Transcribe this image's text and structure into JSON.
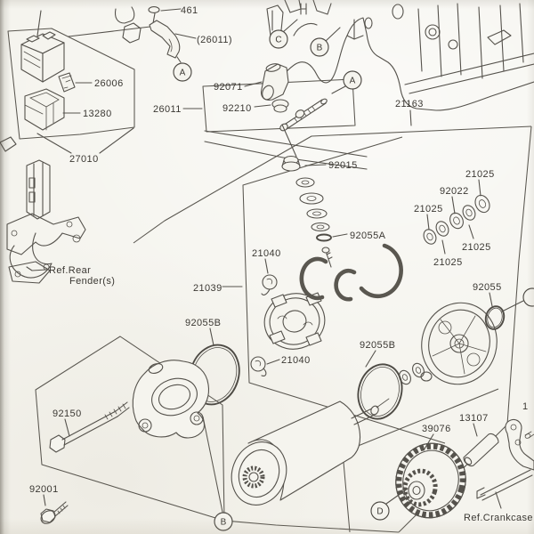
{
  "document": {
    "type": "parts-diagram",
    "colors": {
      "paper": "#f5f4ee",
      "ink": "#55524c",
      "text": "#3b3833"
    },
    "labels": {
      "l461": "461",
      "l26011p": "(26011)",
      "l26006": "26006",
      "l13280": "13280",
      "l27010": "27010",
      "l26011": "26011",
      "l92071": "92071",
      "l92210": "92210",
      "l21163": "21163",
      "l92015": "92015",
      "l92055a": "92055A",
      "l21040a": "21040",
      "l21040b": "21040",
      "l21039": "21039",
      "l92055b_left": "92055B",
      "l92055b_right": "92055B",
      "l21025_left": "21025",
      "l21025_top": "21025",
      "l21025_right": "21025",
      "l21025_bottom": "21025",
      "l92022": "92022",
      "l92055": "92055",
      "l39076": "39076",
      "l13107": "13107",
      "l92150": "92150",
      "l92001": "92001",
      "ref_rear_line1": "Ref.Rear",
      "ref_rear_line2": "Fender(s)",
      "ref_crankcase": "Ref.Crankcase",
      "partial_digit": "1"
    },
    "badges": {
      "a_top": "A",
      "a_right": "A",
      "b_top": "B",
      "c_top": "C",
      "b_bottom": "B",
      "d_bottom": "D",
      "e_edge": ""
    }
  }
}
